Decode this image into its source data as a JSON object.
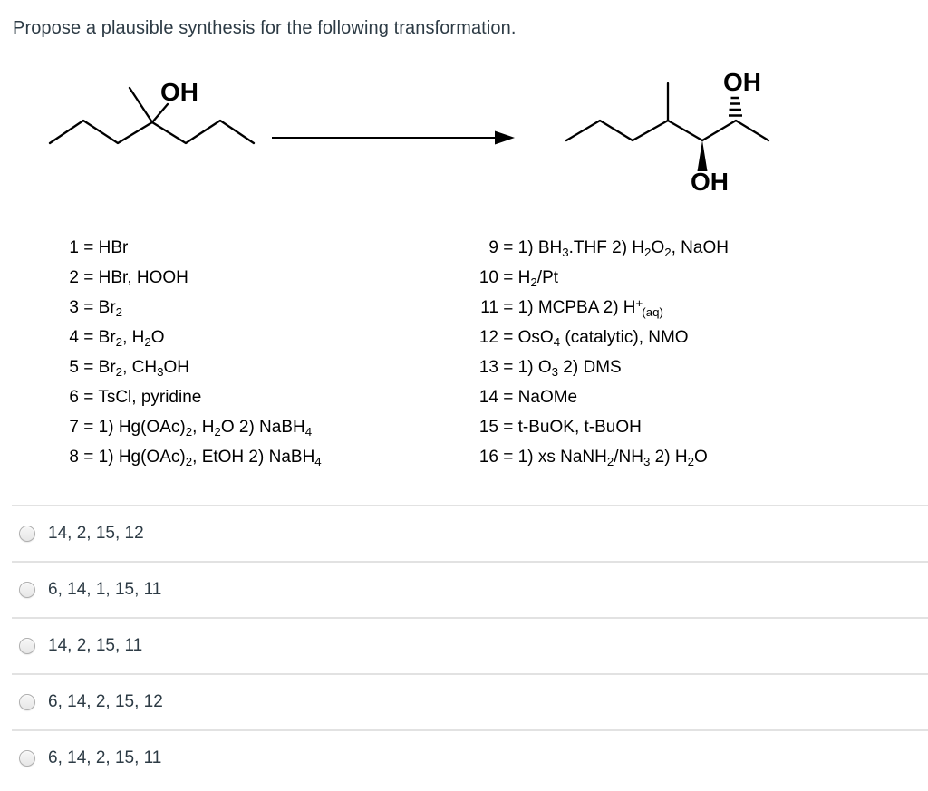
{
  "title": "Propose a plausible synthesis for the following transformation.",
  "scheme": {
    "start": {
      "oh_label": "OH"
    },
    "product": {
      "oh_top_label": "OH",
      "oh_bottom_label": "OH"
    }
  },
  "reagents": {
    "eq_separator": " = ",
    "left": [
      {
        "num": "1",
        "text": "HBr"
      },
      {
        "num": "2",
        "text": "HBr, HOOH"
      },
      {
        "num": "3",
        "text": "Br_2_"
      },
      {
        "num": "4",
        "text": "Br_2_, H_2_O"
      },
      {
        "num": "5",
        "text": "Br_2_, CH_3_OH"
      },
      {
        "num": "6",
        "text": "TsCl, pyridine"
      },
      {
        "num": "7",
        "text": "1) Hg(OAc)_2_, H_2_O 2) NaBH_4_"
      },
      {
        "num": "8",
        "text": "1) Hg(OAc)_2_, EtOH 2) NaBH_4_"
      }
    ],
    "right": [
      {
        "num": "9",
        "text": "1) BH_3_.THF 2) H_2_O_2_, NaOH"
      },
      {
        "num": "10",
        "text": "H_2_/Pt"
      },
      {
        "num": "11",
        "text": "1) MCPBA 2) H^+^_(aq)_"
      },
      {
        "num": "12",
        "text": "OsO_4_ (catalytic), NMO"
      },
      {
        "num": "13",
        "text": "1) O_3_ 2) DMS"
      },
      {
        "num": "14",
        "text": "NaOMe"
      },
      {
        "num": "15",
        "text": "t-BuOK, t-BuOH"
      },
      {
        "num": "16",
        "text": "1) xs NaNH_2_/NH_3_ 2) H_2_O"
      }
    ]
  },
  "options": [
    {
      "label": "14, 2, 15, 12",
      "selected": false
    },
    {
      "label": "6, 14, 1, 15, 11",
      "selected": false
    },
    {
      "label": "14, 2, 15, 11",
      "selected": false
    },
    {
      "label": "6, 14, 2, 15, 12",
      "selected": false
    },
    {
      "label": "6, 14, 2, 15, 11",
      "selected": false
    }
  ],
  "colors": {
    "text_primary": "#2d3b45",
    "chem_black": "#000000",
    "divider": "#e2e2e2",
    "radio_border": "#aeaeae",
    "radio_fill": "#eeeeee"
  }
}
